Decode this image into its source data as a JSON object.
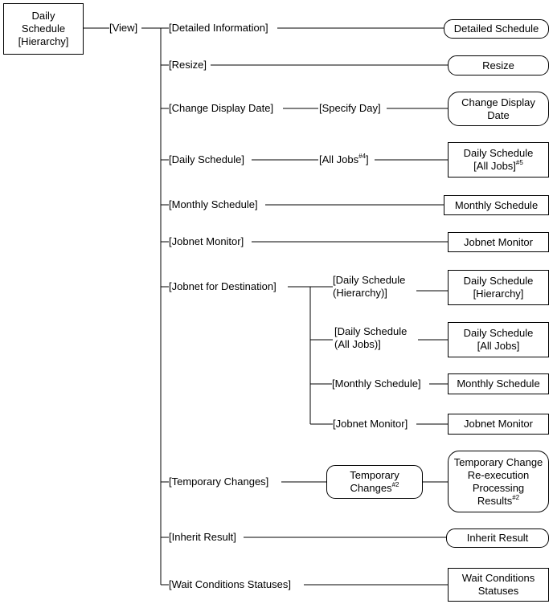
{
  "root": {
    "line1": "Daily",
    "line2": "Schedule",
    "line3": "[Hierarchy]"
  },
  "view": "[View]",
  "menu": {
    "detailed_info": "[Detailed Information]",
    "resize": "[Resize]",
    "change_display_date": "[Change Display Date]",
    "specify_day": "[Specify Day]",
    "daily_schedule": "[Daily Schedule]",
    "all_jobs": "[All Jobs",
    "all_jobs_sup": "#4",
    "all_jobs_close": "]",
    "monthly_schedule": "[Monthly Schedule]",
    "jobnet_monitor": "[Jobnet Monitor]",
    "jobnet_for_destination": "[Jobnet for Destination]",
    "dest_daily_hier_1": "[Daily Schedule",
    "dest_daily_hier_2": "(Hierarchy)]",
    "dest_daily_all_1": "[Daily Schedule",
    "dest_daily_all_2": "(All Jobs)]",
    "dest_monthly": "[Monthly Schedule]",
    "dest_jobnet": "[Jobnet Monitor]",
    "temporary_changes": "[Temporary Changes]",
    "inherit_result": "[Inherit Result]",
    "wait_conditions": "[Wait Conditions Statuses]"
  },
  "screens": {
    "detailed_schedule": "Detailed Schedule",
    "resize": "Resize",
    "change_display_date_1": "Change Display",
    "change_display_date_2": "Date",
    "daily_all_1": "Daily Schedule",
    "daily_all_2": "[All Jobs]",
    "daily_all_sup": "#5",
    "monthly_schedule": "Monthly Schedule",
    "jobnet_monitor": "Jobnet Monitor",
    "daily_hier_1": "Daily Schedule",
    "daily_hier_2": "[Hierarchy]",
    "dest_daily_all_1": "Daily Schedule",
    "dest_daily_all_2": "[All Jobs]",
    "dest_monthly": "Monthly Schedule",
    "dest_jobnet": "Jobnet Monitor",
    "temp_changes_1": "Temporary",
    "temp_changes_2": "Changes",
    "temp_changes_sup": "#2",
    "temp_result_1": "Temporary Change",
    "temp_result_2": "Re-execution",
    "temp_result_3": "Processing",
    "temp_result_4": "Results",
    "temp_result_sup": "#2",
    "inherit_result": "Inherit Result",
    "wait_conditions_1": "Wait Conditions",
    "wait_conditions_2": "Statuses"
  },
  "colors": {
    "line": "#000000",
    "background": "#ffffff",
    "text": "#000000"
  }
}
